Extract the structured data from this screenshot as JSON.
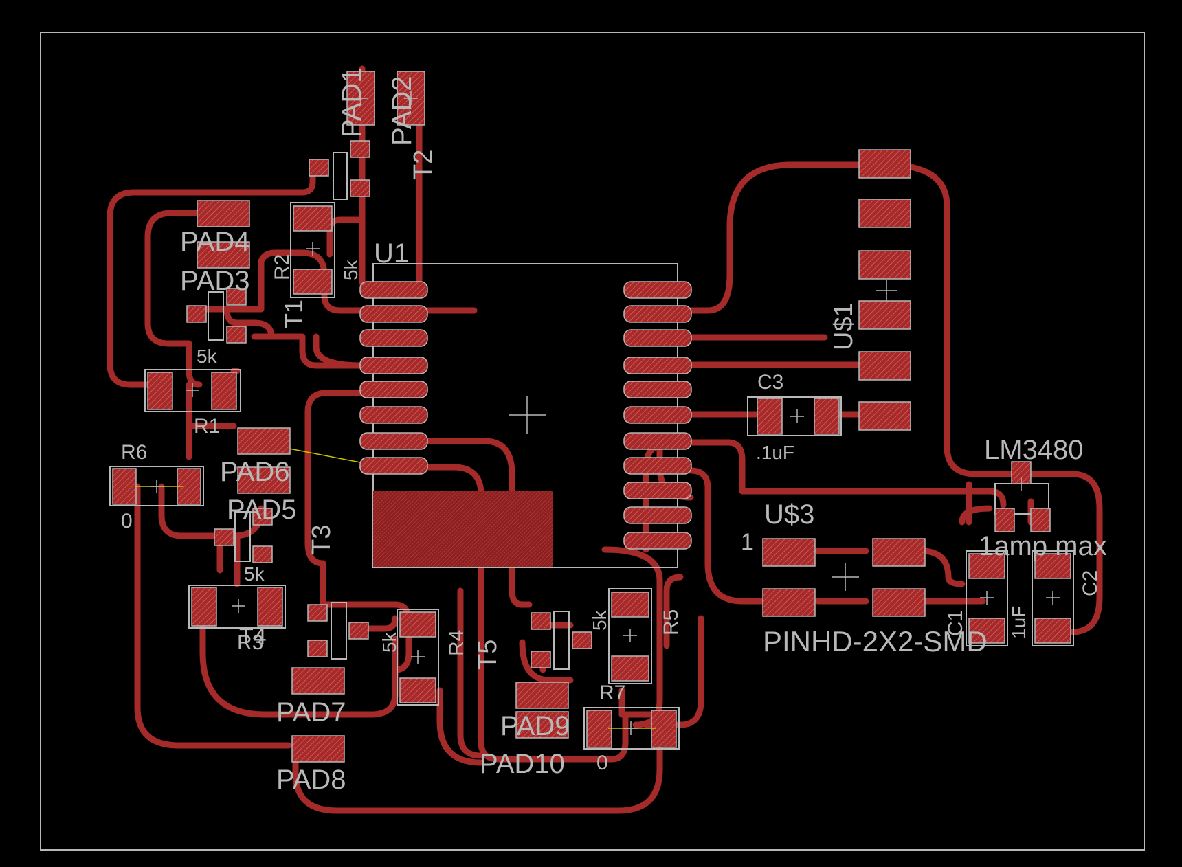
{
  "board": {
    "labels": {
      "pad1": "PAD1",
      "pad2": "PAD2",
      "t2": "T2",
      "t1": "T1",
      "r2": "R2",
      "r2_val": "5k",
      "pad4": "PAD4",
      "pad3": "PAD3",
      "u1": "U1",
      "us1": "U$1",
      "t1_val": "5k",
      "r1": "R1",
      "r6": "R6",
      "r6_val": "0",
      "pad6": "PAD6",
      "pad5": "PAD5",
      "t3": "T3",
      "t3_val": "5k",
      "r3": "R3",
      "c3": "C3",
      "c3_val": ".1uF",
      "lm": "LM3480",
      "us3": "U$3",
      "pin1": "1",
      "amp": "1amp max",
      "c1": "C1",
      "c1_val": "1uF",
      "c2": "C2",
      "pinhd": "PINHD-2X2-SMD",
      "t4": "T4",
      "r4_val": "5k",
      "r4": "R4",
      "t5": "T5",
      "r5_val": "5k",
      "r5": "R5",
      "pad7": "PAD7",
      "pad9": "PAD9",
      "r7": "R7",
      "r7_val": "0",
      "pad10": "PAD10",
      "pad8": "PAD8"
    },
    "colors": {
      "background": "#000000",
      "trace": "#a52a2a",
      "pad": "#a52a2a",
      "outline": "#b8b8b8",
      "airwire": "#c8c000"
    }
  }
}
